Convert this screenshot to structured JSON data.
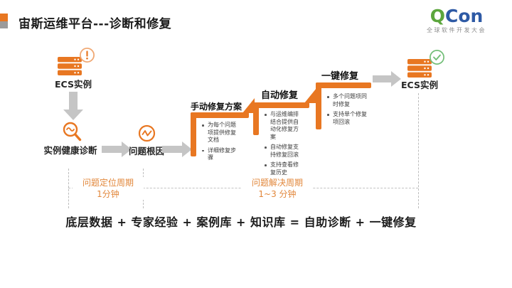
{
  "header": {
    "title": "宙斯运维平台---诊断和修复"
  },
  "logo": {
    "q": "Q",
    "con": "Con",
    "subtitle": "全球软件开发大会",
    "q_color": "#5CA63D",
    "con_color": "#2E5AA5"
  },
  "colors": {
    "accent_orange": "#E87722",
    "annotation_orange": "#E2873B",
    "arrow_gray": "#C5C5C5",
    "check_green": "#72BE77",
    "warning_orange": "#F0A873"
  },
  "flow": {
    "ecs_start": {
      "label": "ECS实例",
      "badge_icon": "warning-icon"
    },
    "diagnosis": {
      "label": "实例健康诊断",
      "icon": "magnifier-wave-icon"
    },
    "root_cause": {
      "label": "问题根因",
      "icon": "zigzag-circle-icon"
    },
    "steps": [
      {
        "title": "手动修复方案",
        "bullets": [
          "为每个问题项提供修复文档",
          "详细修复步骤"
        ]
      },
      {
        "title": "自动修复",
        "bullets": [
          "与运维编排结合提供自动化修复方案",
          "自动修复支持修复回滚",
          "支持查看修复历史"
        ]
      },
      {
        "title": "一键修复",
        "bullets": [
          "多个问题项同时修复",
          "支持单个修复项回滚"
        ]
      }
    ],
    "ecs_end": {
      "label": "ECS实例",
      "badge_icon": "check-icon"
    }
  },
  "annotations": {
    "locate": {
      "line1": "问题定位周期",
      "line2": "1分钟"
    },
    "resolve": {
      "line1": "问题解决周期",
      "line2": "1~3 分钟"
    }
  },
  "formula": "底层数据 + 专家经验 + 案例库 + 知识库 = 自助诊断 + 一键修复"
}
